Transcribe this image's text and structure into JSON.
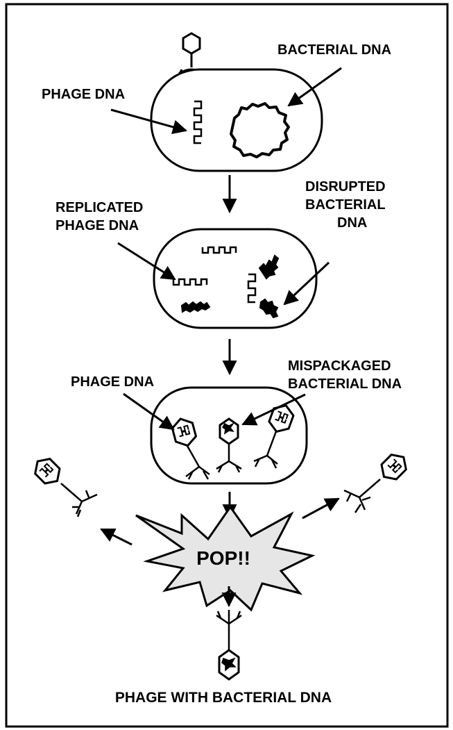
{
  "labels": {
    "bacterial_dna": "BACTERIAL DNA",
    "phage_dna_1": "PHAGE DNA",
    "replicated_1": "REPLICATED",
    "replicated_2": "PHAGE DNA",
    "disrupted_1": "DISRUPTED",
    "disrupted_2": "BACTERIAL",
    "disrupted_3": "DNA",
    "phage_dna_2": "PHAGE DNA",
    "mispackaged_1": "MISPACKAGED",
    "mispackaged_2": "BACTERIAL DNA",
    "pop": "POP!!",
    "result": "PHAGE WITH BACTERIAL DNA"
  },
  "colors": {
    "ink": "#000000",
    "burst_fill": "#e6e6e6",
    "background": "#ffffff"
  }
}
